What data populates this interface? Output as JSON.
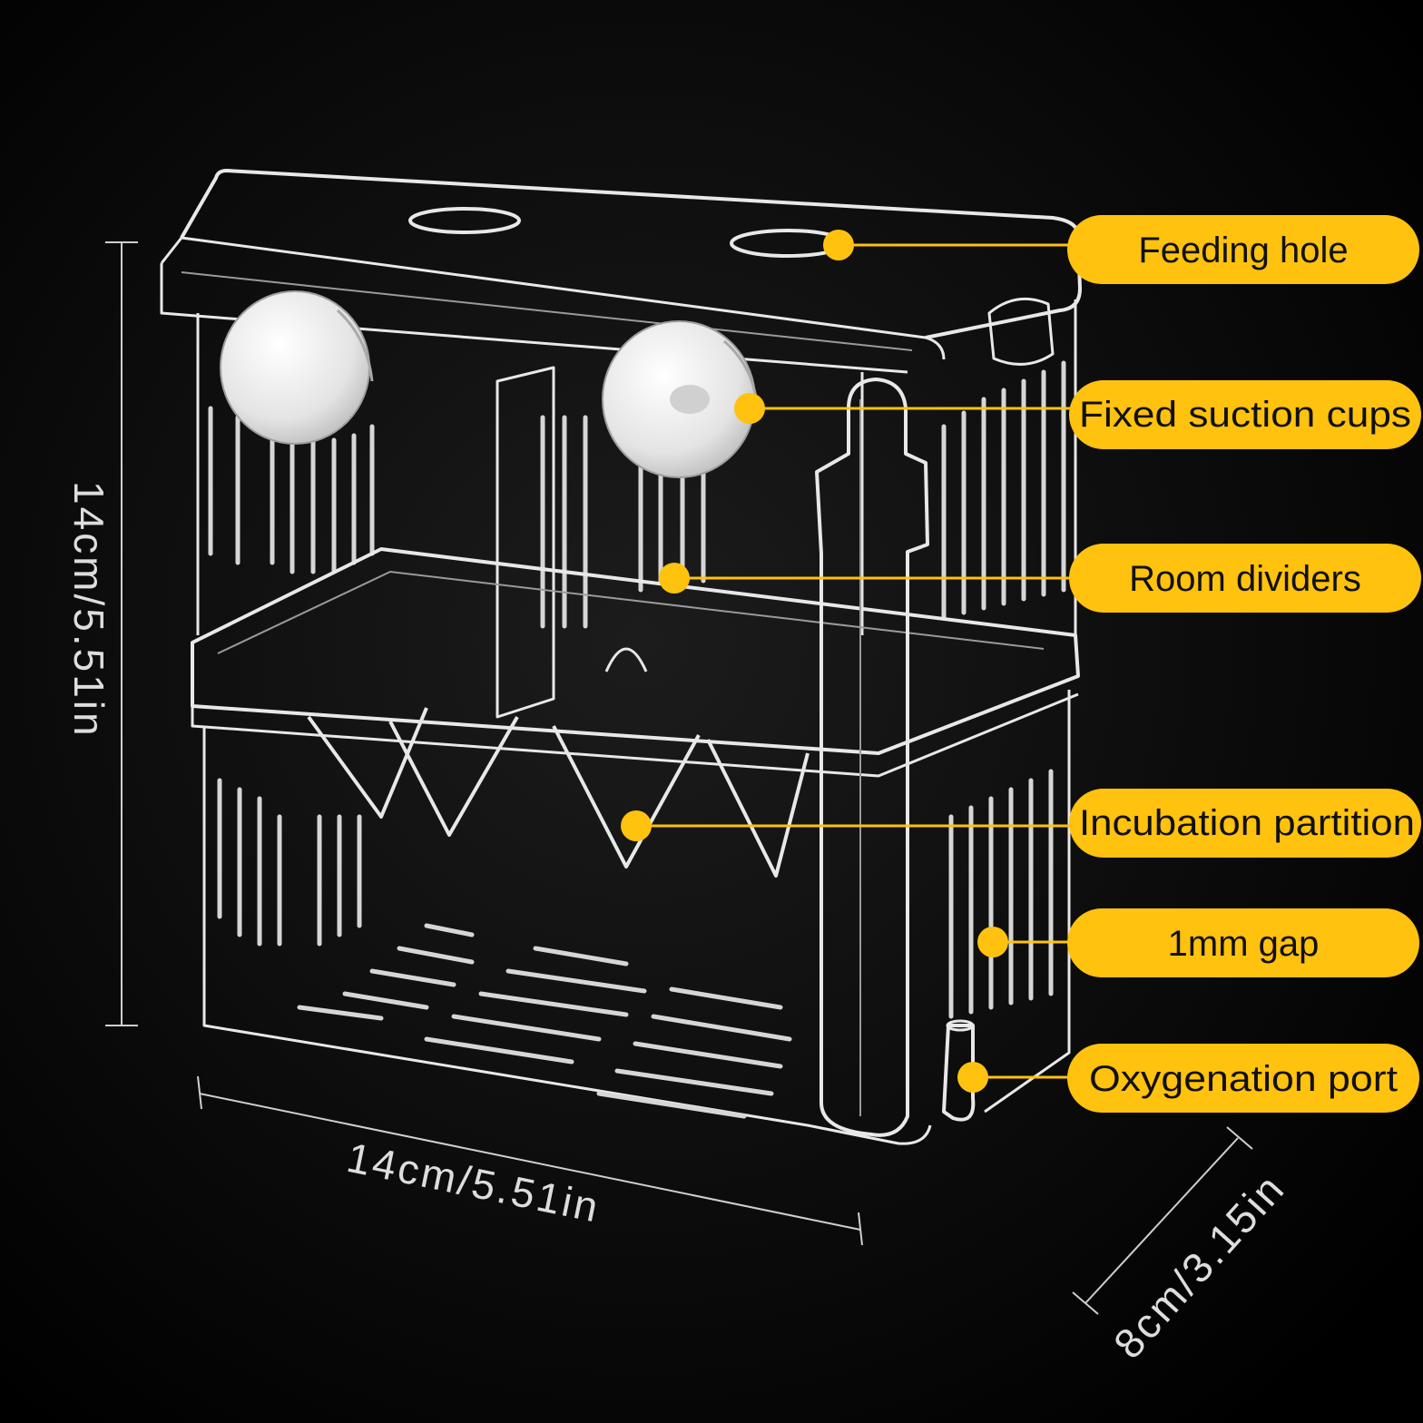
{
  "colors": {
    "background": "#000000",
    "callout_fill": "#ffc20e",
    "callout_text": "#111111",
    "dimension_text": "#dddddd"
  },
  "callouts": [
    {
      "id": "feeding-hole",
      "label": "Feeding hole"
    },
    {
      "id": "fixed-suction-cups",
      "label": "Fixed suction cups"
    },
    {
      "id": "room-dividers",
      "label": "Room dividers"
    },
    {
      "id": "incubation-partition",
      "label": "Incubation partition"
    },
    {
      "id": "1mm-gap",
      "label": "1mm gap"
    },
    {
      "id": "oxygenation-port",
      "label": "Oxygenation port"
    }
  ],
  "dimensions": {
    "height": "14cm/5.51in",
    "width": "14cm/5.51in",
    "depth": "8cm/3.15in"
  }
}
